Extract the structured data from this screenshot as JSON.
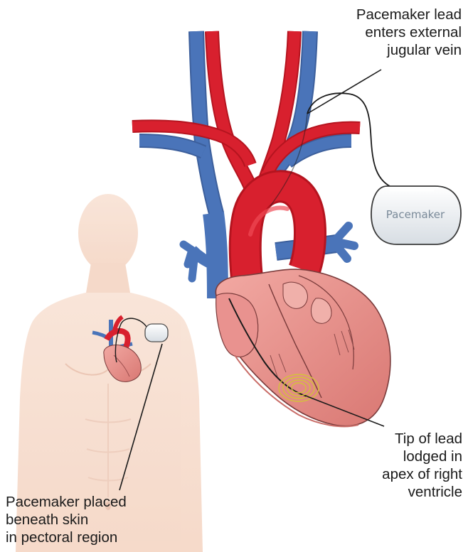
{
  "labels": {
    "jugular": [
      "Pacemaker lead",
      "enters external",
      "jugular vein"
    ],
    "tip": [
      "Tip of lead",
      "lodged in",
      "apex of right",
      "ventricle"
    ],
    "placed": [
      "Pacemaker placed",
      "beneath skin",
      "in pectoral region"
    ]
  },
  "device": {
    "brand": "Pacemaker"
  },
  "colors": {
    "artery": "#d8202e",
    "vein": "#4a74b9",
    "heart": "#e9928f",
    "skin": "#f6d9c8"
  }
}
